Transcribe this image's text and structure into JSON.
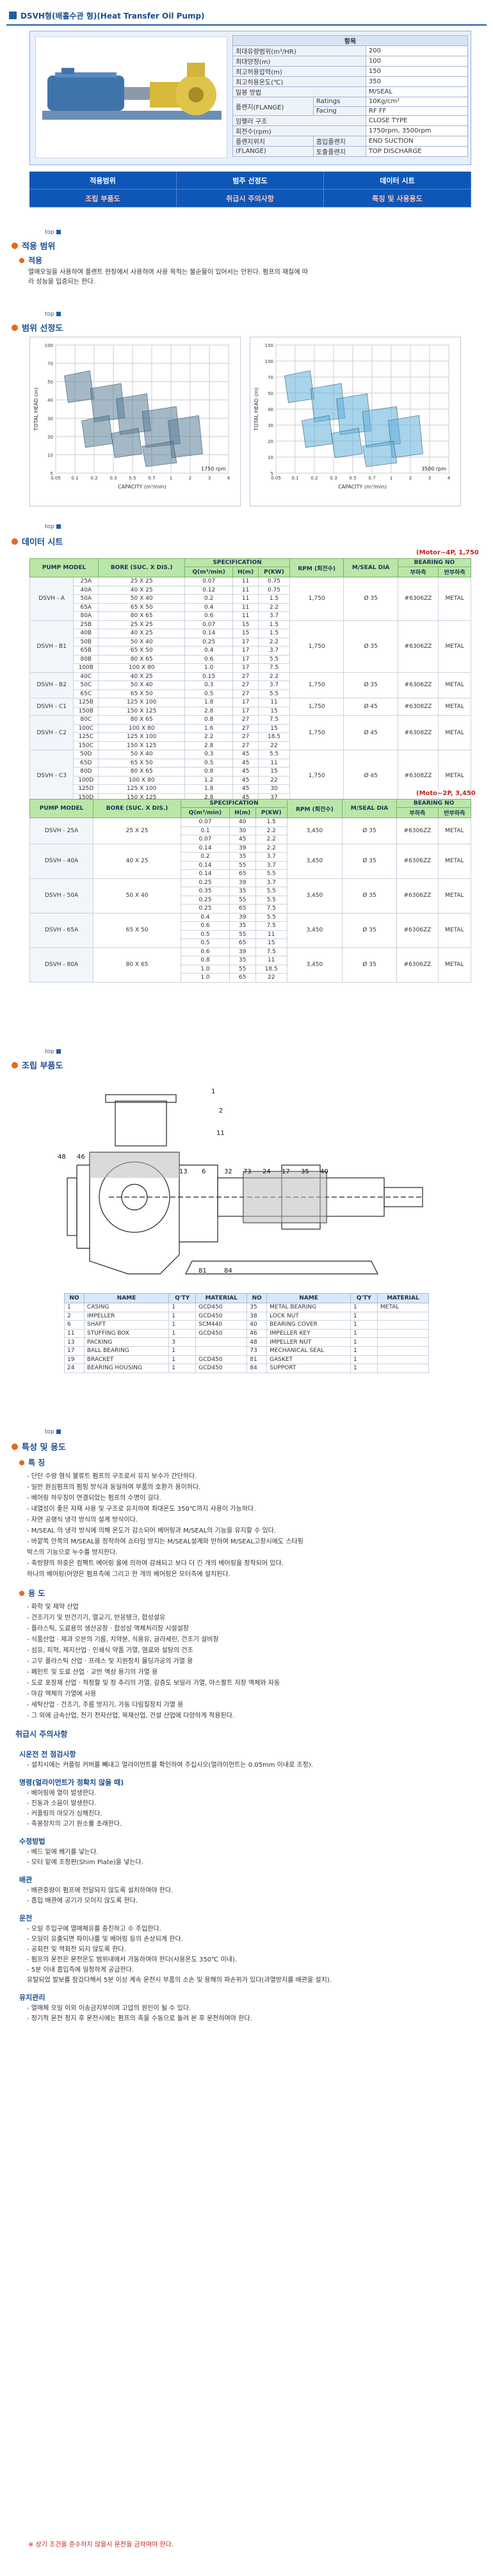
{
  "header": {
    "title": "DSVH형(배홀수관 형)(Heat Transfer Oil Pump)"
  },
  "spec": {
    "head": "항목",
    "rows": [
      {
        "label": "최대유량범위(m³/HR)",
        "value": "200"
      },
      {
        "label": "최대양정(m)",
        "value": "100"
      },
      {
        "label": "최고허용압력(m)",
        "value": "150"
      },
      {
        "label": "최고허용온도(℃)",
        "value": "350"
      },
      {
        "label": "밀봉 방법",
        "value": "M/SEAL"
      },
      {
        "label": "플랜지(FLANGE)",
        "sub": "Ratings",
        "value": "10Kg/cm²"
      },
      {
        "label": "",
        "sub": "Facing",
        "value": "RF FF"
      },
      {
        "label": "임펠러 구조",
        "value": "CLOSE TYPE"
      },
      {
        "label": "회전수(rpm)",
        "value": "1750rpm, 3500rpm"
      },
      {
        "label": "플랜지위치",
        "sub": "흡입플랜지",
        "value": "END SUCTION"
      },
      {
        "label": "(FLANGE)",
        "sub": "토출플랜지",
        "value": "TOP DISCHARGE"
      }
    ]
  },
  "nav": [
    {
      "label": "적용범위",
      "red": false
    },
    {
      "label": "범주 선정도",
      "red": false
    },
    {
      "label": "데이터 시트",
      "red": false
    },
    {
      "label": "조립 부품도",
      "red": true
    },
    {
      "label": "취급시 주의사항",
      "red": true
    },
    {
      "label": "특징 및 사용용도",
      "red": true
    }
  ],
  "top_label": "top",
  "sections": {
    "scope": "적용 범위",
    "scope_sub": "적용",
    "scope_text": "열매오일을 사용하여 플랜트 현장에서 사용하며 사용 목적는 불순물이 있어서는 안된다. 펌프의 재질에 따라 성능을 입증되는 한다.",
    "selection": "범위 선정도",
    "datasheet": "데이터 시트",
    "assembly": "조립 부품도",
    "features": "특성 및 용도"
  },
  "chart_data": [
    {
      "type": "area",
      "title": "",
      "xlabel": "CAPACITY (m³/min)",
      "ylabel": "TOTAL HEAD (m)",
      "rpm_label": "1750 rpm",
      "x_ticks": [
        "0.05",
        "0.1",
        "0.2",
        "0.3",
        "0.5",
        "0.7",
        "1",
        "2",
        "3",
        "4"
      ],
      "y_ticks": [
        "5",
        "10",
        "20",
        "30",
        "40",
        "50",
        "70",
        "100"
      ]
    },
    {
      "type": "area",
      "title": "",
      "xlabel": "CAPACITY (m³/min)",
      "ylabel": "TOTAL HEAD (m)",
      "rpm_label": "3500 rpm",
      "x_ticks": [
        "0.05",
        "0.1",
        "0.2",
        "0.3",
        "0.5",
        "0.7",
        "1",
        "2",
        "3",
        "4"
      ],
      "y_ticks": [
        "5",
        "10",
        "20",
        "30",
        "40",
        "50",
        "70",
        "100",
        "150"
      ]
    }
  ],
  "table1": {
    "motor": "(Motor~4P, 1,750",
    "headers": [
      "PUMP MODEL",
      "BORE (SUC. X DIS.)",
      "Q(m³/min)",
      "H(m)",
      "P(KW)",
      "RPM (회전수)",
      "M/SEAL DIA",
      "부하측",
      "반부하측"
    ],
    "group_header": "SPECIFICATION",
    "bearing_header": "BEARING NO",
    "groups": [
      {
        "model": "DSVH - A",
        "rpm": "1,750",
        "seal": "Ø 35",
        "b1": "#6306ZZ",
        "b2": "METAL",
        "rows": [
          [
            "25A",
            "25 X 25",
            "0.07",
            "11",
            "0.75"
          ],
          [
            "40A",
            "40 X 25",
            "0.12",
            "11",
            "0.75"
          ],
          [
            "50A",
            "50 X 40",
            "0.2",
            "11",
            "1.5"
          ],
          [
            "65A",
            "65 X 50",
            "0.4",
            "11",
            "2.2"
          ],
          [
            "80A",
            "80 X 65",
            "0.6",
            "11",
            "3.7"
          ]
        ]
      },
      {
        "model": "DSVH - B1",
        "rpm": "1,750",
        "seal": "Ø 35",
        "b1": "#6306ZZ",
        "b2": "METAL",
        "rows": [
          [
            "25B",
            "25 X 25",
            "0.07",
            "15",
            "1.5"
          ],
          [
            "40B",
            "40 X 25",
            "0.14",
            "15",
            "1.5"
          ],
          [
            "50B",
            "50 X 40",
            "0.25",
            "17",
            "2.2"
          ],
          [
            "65B",
            "65 X 50",
            "0.4",
            "17",
            "3.7"
          ],
          [
            "80B",
            "80 X 65",
            "0.6",
            "17",
            "5.5"
          ],
          [
            "100B",
            "100 X 80",
            "1.0",
            "17",
            "7.5"
          ]
        ]
      },
      {
        "model": "DSVH - B2",
        "rpm": "1,750",
        "seal": "Ø 35",
        "b1": "#6306ZZ",
        "b2": "METAL",
        "rows": [
          [
            "40C",
            "40 X 25",
            "0.15",
            "27",
            "2.2"
          ],
          [
            "50C",
            "50 X 40",
            "0.3",
            "27",
            "3.7"
          ],
          [
            "65C",
            "65 X 50",
            "0.5",
            "27",
            "5.5"
          ]
        ]
      },
      {
        "model": "DSVH - C1",
        "rpm": "1,750",
        "seal": "Ø 45",
        "b1": "#6308ZZ",
        "b2": "METAL",
        "rows": [
          [
            "125B",
            "125 X 100",
            "1.8",
            "17",
            "11"
          ],
          [
            "150B",
            "150 X 125",
            "2.8",
            "17",
            "15"
          ]
        ]
      },
      {
        "model": "DSVH - C2",
        "rpm": "1,750",
        "seal": "Ø 45",
        "b1": "#6308ZZ",
        "b2": "METAL",
        "rows": [
          [
            "80C",
            "80 X 65",
            "0.8",
            "27",
            "7.5"
          ],
          [
            "100C",
            "100 X 80",
            "1.6",
            "27",
            "15"
          ],
          [
            "125C",
            "125 X 100",
            "2.2",
            "27",
            "18.5"
          ],
          [
            "150C",
            "150 X 125",
            "2.8",
            "27",
            "22"
          ]
        ]
      },
      {
        "model": "DSVH - C3",
        "rpm": "1,750",
        "seal": "Ø 45",
        "b1": "#6308ZZ",
        "b2": "METAL",
        "rows": [
          [
            "50D",
            "50 X 40",
            "0.3",
            "45",
            "5.5"
          ],
          [
            "65D",
            "65 X 50",
            "0.5",
            "45",
            "11"
          ],
          [
            "80D",
            "80 X 65",
            "0.8",
            "45",
            "15"
          ],
          [
            "100D",
            "100 X 80",
            "1.2",
            "45",
            "22"
          ],
          [
            "125D",
            "125 X 100",
            "1.8",
            "45",
            "30"
          ],
          [
            "150D",
            "150 X 125",
            "2.8",
            "45",
            "37"
          ]
        ]
      }
    ]
  },
  "table2": {
    "motor": "(Moto~2P, 3,450",
    "groups": [
      {
        "model": "DSVH - 25A",
        "bore": "25 X 25",
        "rpm": "3,450",
        "seal": "Ø 35",
        "b1": "#6306ZZ",
        "b2": "METAL",
        "rows": [
          [
            "0.07",
            "40",
            "1.5"
          ],
          [
            "0.1",
            "30",
            "2.2"
          ],
          [
            "0.07",
            "45",
            "2.2"
          ]
        ]
      },
      {
        "model": "DSVH - 40A",
        "bore": "40 X 25",
        "rpm": "3,450",
        "seal": "Ø 35",
        "b1": "#6306ZZ",
        "b2": "METAL",
        "rows": [
          [
            "0.14",
            "39",
            "2.2"
          ],
          [
            "0.2",
            "35",
            "3.7"
          ],
          [
            "0.14",
            "55",
            "3.7"
          ],
          [
            "0.14",
            "65",
            "5.5"
          ]
        ]
      },
      {
        "model": "DSVH - 50A",
        "bore": "50 X 40",
        "rpm": "3,450",
        "seal": "Ø 35",
        "b1": "#6306ZZ",
        "b2": "METAL",
        "rows": [
          [
            "0.25",
            "39",
            "3.7"
          ],
          [
            "0.35",
            "35",
            "5.5"
          ],
          [
            "0.25",
            "55",
            "5.5"
          ],
          [
            "0.25",
            "65",
            "7.5"
          ]
        ]
      },
      {
        "model": "DSVH - 65A",
        "bore": "65 X 50",
        "rpm": "3,450",
        "seal": "Ø 35",
        "b1": "#6306ZZ",
        "b2": "METAL",
        "rows": [
          [
            "0.4",
            "39",
            "5.5"
          ],
          [
            "0.6",
            "35",
            "7.5"
          ],
          [
            "0.5",
            "55",
            "11"
          ],
          [
            "0.5",
            "65",
            "15"
          ]
        ]
      },
      {
        "model": "DSVH - 80A",
        "bore": "80 X 65",
        "rpm": "3,450",
        "seal": "Ø 35",
        "b1": "#6306ZZ",
        "b2": "METAL",
        "rows": [
          [
            "0.6",
            "39",
            "7.5"
          ],
          [
            "0.8",
            "35",
            "11"
          ],
          [
            "1.0",
            "55",
            "18.5"
          ],
          [
            "1.0",
            "65",
            "22"
          ]
        ]
      }
    ]
  },
  "assembly": {
    "callouts": [
      "1",
      "2",
      "11",
      "48",
      "46",
      "13",
      "6",
      "32",
      "73",
      "24",
      "17",
      "35",
      "40",
      "81",
      "84"
    ],
    "parts_headers": [
      "NO",
      "NAME",
      "Q'TY",
      "MATERIAL",
      "NO",
      "NAME",
      "Q'TY",
      "MATERIAL"
    ],
    "parts": [
      [
        "1",
        "CASING",
        "1",
        "GCD450",
        "35",
        "METAL BEARING",
        "1",
        "METAL"
      ],
      [
        "2",
        "IMPELLER",
        "1",
        "GCD450",
        "38",
        "LOCK NUT",
        "1",
        ""
      ],
      [
        "6",
        "SHAFT",
        "1",
        "SCM440",
        "40",
        "BEARING COVER",
        "1",
        ""
      ],
      [
        "11",
        "STUFFING BOX",
        "1",
        "GCD450",
        "46",
        "IMPELLER KEY",
        "1",
        ""
      ],
      [
        "13",
        "PACKING",
        "3",
        "",
        "48",
        "IMPELLER NUT",
        "1",
        ""
      ],
      [
        "17",
        "BALL BEARING",
        "1",
        "",
        "73",
        "MECHANICAL SEAL",
        "1",
        ""
      ],
      [
        "19",
        "BRACKET",
        "1",
        "GCD450",
        "81",
        "GASKET",
        "1",
        ""
      ],
      [
        "24",
        "BEARING HOUSING",
        "1",
        "GCD450",
        "84",
        "SUPPORT",
        "1",
        ""
      ]
    ]
  },
  "features": {
    "h1": "특 징",
    "items": [
      "- 단단 수량 형식 볼류트 펌프의 구조로서 유지 보수가 간단하다.",
      "- 일반 원심펌프의 펌핑 방식과 동일하여 부품의 호환가 용이하다.",
      "- 베어링 하우징이 연결되었는 펌프의 수명이 길다.",
      "- 내열성이 좋은 자재 사용 및 구조로 유지하여 최대온도 350℃까지 사용이 가능하다.",
      "- 자연 공랭식 냉각 방식의 설계 방식이다.",
      "- M/SEAL 의 냉각 방식에 의해 온도가 감소되어 베어링과 M/SEAL의 기능을 유지할 수 있다.",
      "- 바깥쪽 안쪽의 M/SEAL을 장착하여 쇼타임 방지는 M/SEAL설계와 반하여 M/SEAL고장시에도 스타핑",
      "  박스의 기능으로 누수를 방지한다.",
      "- 축방향의 하중은 컴팩트 베어링 올에 의하여 감쇄되고 보다 더 긴 개의 베어링을 장착되어 있다.",
      "  하나의 베어링(어양은 펌프측에 그리고 한 개의 베어링은 모터측에 설치된다."
    ],
    "h2": "용 도",
    "uses": [
      "- 화학 및 제약 산업",
      "- 건조기기 및 반건기기, 열교기, 반응탱크, 합성설유",
      "- 플라스틱, 도료용의 생산공장 · 합성섬 액체처리장 시설설장",
      "- 식품산업 · 제과 오븐의 기름, 치약분, 식용유, 글라세린, 건조기 설비장",
      "- 섬유, 피혁, 제지산업 · 인쇄식 약품 가열, 염료와 설탕의 건조",
      "- 고무 플라스틱 산업 · 프레스 및 지원장치 몰딩가공의 가열 용",
      "- 페인트 및 도료 산업 · 교반 액상 용기의 가열 용",
      "- 도로 포장재 산업 · 적정할 및 정 추리의 가열, 갈증도 보일러 가열, 아스팔트 저장 액체와 자동",
      "- 마감 액체의 가열에 사용",
      "- 세탁산업 · 건조기, 주름 방지기, 가동 다림질장치 가열 용",
      "- 그 외에 금속산업, 전기 전자산업, 목재산업, 건설 산업에 다양하게 적용된다."
    ]
  },
  "handling": {
    "title": "취급시 주의사항",
    "blocks": [
      {
        "h": "시운전 전 점검사항",
        "t": [
          "- 설치시에는 커플링 커버를 빼내고 얼라이먼트를 확인하여 주십시오(얼라이먼트는 0.05mm 이내로 조정)."
        ]
      },
      {
        "h": "명령(얼라이먼트가 정확치 않을 때)",
        "t": [
          "- 베어링에 열이 발생한다.",
          "- 진동과 소음이 발생한다.",
          "- 커플링의 마모가 심해진다.",
          "- 축봉장치의 고기 원소률 초래한다."
        ]
      },
      {
        "h": "수정방법",
        "t": [
          "- 베드 밑에 쐐기를 넣는다.",
          "- 모터 밑에 조정판(Shim Plate)을 넣는다."
        ]
      },
      {
        "h": "배관",
        "t": [
          "- 배관중량이 펌프에 전달되지 않도록 설치하여야 한다.",
          "- 흡입 배관에 공기가 모이지 않도록 한다."
        ]
      },
      {
        "h": "운전",
        "t": [
          "- 오일 주입구에 열매체유를 충진하고 수 주입한다.",
          "- 오일이 유출되면 파이나를 및 베어링 등의 손상되게 한다.",
          "- 공회전 및 역회전 되지 않도록 한다.",
          "- 펌프의 운전은 운전온도 범위내에서 가동하여야 한다(사용온도 350℃ 이내).",
          "- 5분 이내 흡입측에 일정하게 공급한다.",
          "  유탈되었 발보를 잠갔다해서 5분 이상 계속 운전시 부품의 소손 및 용해의 파손위가 있다(과열방지를 배관을 설치)."
        ]
      },
      {
        "h": "유지관리",
        "t": [
          "- 열매체 오일 이외 이송금지부이며 고압의 원인이 될 수 있다.",
          "- 정기적 운전 정지 후 운전시에는 펌프의 축을 수동으로 돌려 본 후 운전하여야 한다."
        ]
      }
    ],
    "warning": "※ 상기 조건을 준수하지 않을시 운전을 금하여야 한다."
  }
}
